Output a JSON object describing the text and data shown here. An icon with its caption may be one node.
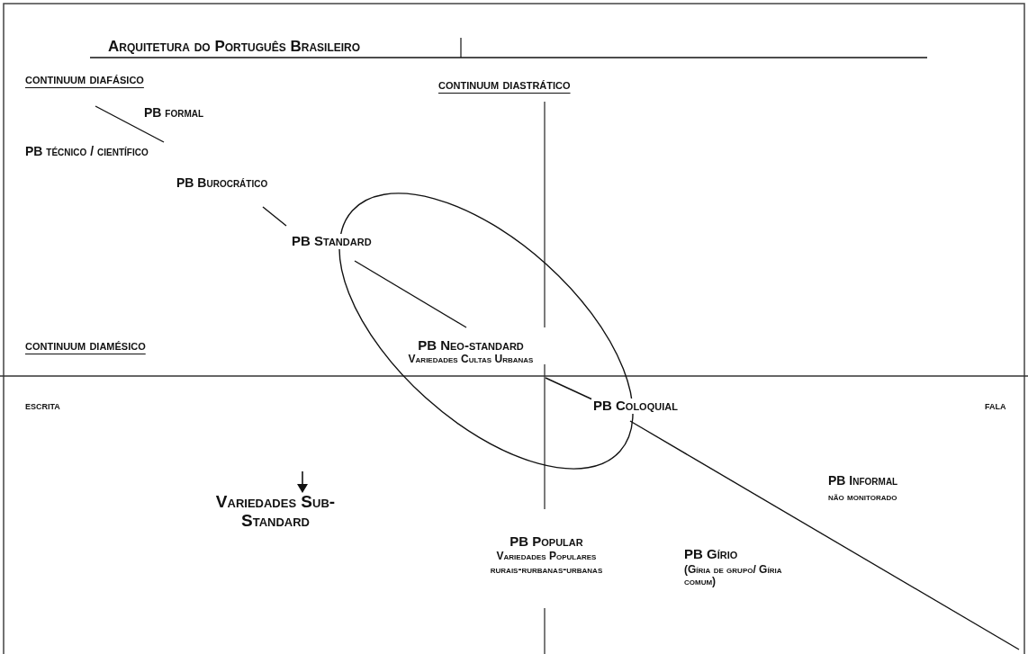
{
  "diagram": {
    "title": "Arquitetura do Português Brasileiro",
    "labels": [
      "continuum diafásico",
      "continuum diastrático",
      "PB formal",
      "PB técnico / científico",
      "PB Burocrático",
      "PB Standard",
      "continuum diamésico",
      "PB Neo-standard",
      "Variedades Cultas Urbanas",
      "escrita",
      "PB Coloquial",
      "fala",
      "PB Informal",
      "não monitorado",
      "Variedades Sub-Standard",
      "PB Popular",
      "Variedades Populares",
      "rurais-rurbanas-urbanas",
      "PB Gírio",
      "(Gíria de grupo/ Gíria comum)"
    ]
  }
}
